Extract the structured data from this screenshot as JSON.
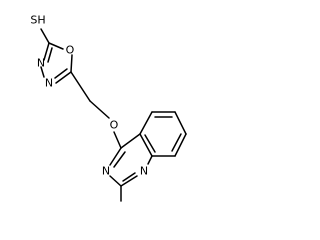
{
  "molecule": {
    "atoms": {
      "thiol": "SH",
      "ring_o": "O",
      "ring_n1": "N",
      "ring_n2": "N",
      "ether_o": "O",
      "quin_n3": "N",
      "quin_n1": "N"
    }
  },
  "colors": {
    "bond": "#000000",
    "label": "#000000",
    "background": "#ffffff"
  }
}
